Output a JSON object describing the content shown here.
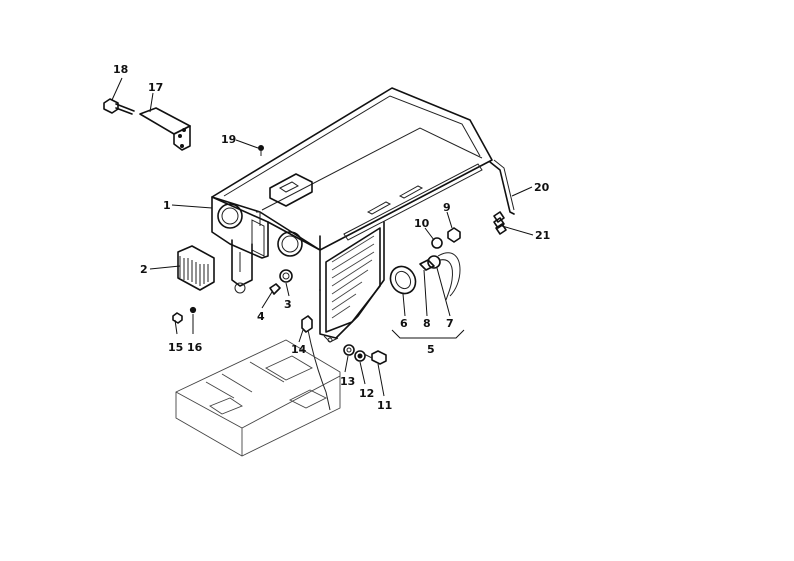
{
  "callouts": [
    "1",
    "2",
    "4",
    "3",
    "5",
    "6",
    "7",
    "8",
    "9",
    "10",
    "11",
    "12",
    "13",
    "14",
    "15",
    "16",
    "17",
    "18",
    "19",
    "20",
    "21"
  ]
}
